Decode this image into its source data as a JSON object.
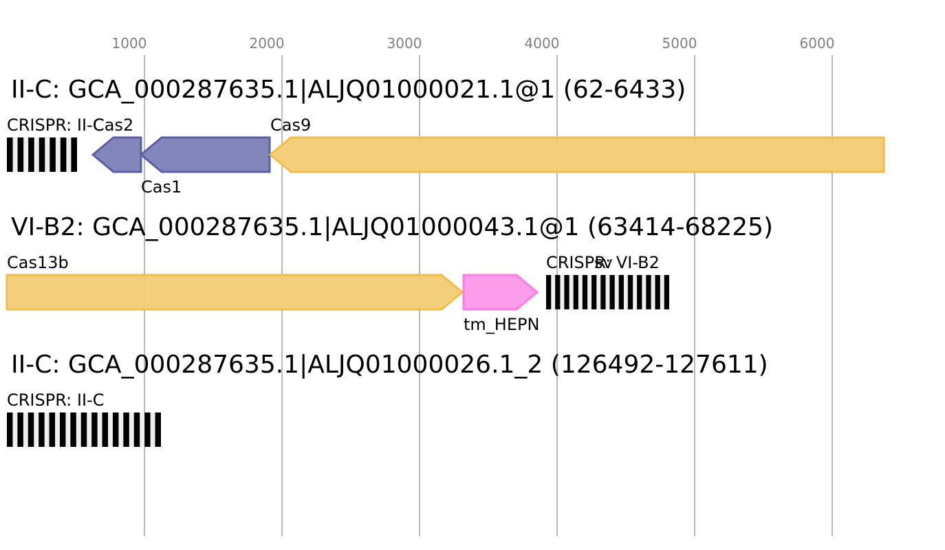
{
  "axis": {
    "ticks": [
      {
        "value": 1000,
        "label": "1000"
      },
      {
        "value": 2000,
        "label": "2000"
      },
      {
        "value": 3000,
        "label": "3000"
      },
      {
        "value": 4000,
        "label": "4000"
      },
      {
        "value": 5000,
        "label": "5000"
      },
      {
        "value": 6000,
        "label": "6000"
      }
    ],
    "domain": [
      0,
      6800
    ]
  },
  "colors": {
    "cas_adaptation": "#7c7fb6",
    "cas_adaptation_stroke": "#5a5ea6",
    "effector": "#f2cc74",
    "effector_stroke": "#f0bc4a",
    "accessory": "#fd98e9",
    "accessory_stroke": "#fd7be6",
    "crispr_bar": "#000000",
    "crispr_spacer": "#efefef",
    "gridline": "#b9b9b9",
    "tick_label": "#808080"
  },
  "loci": [
    {
      "title": "II-C: GCA_000287635.1|ALJQ01000021.1@1 (62-6433)",
      "features": [
        {
          "type": "crispr",
          "label": "CRISPR: II-C",
          "start": 0,
          "end": 510,
          "repeats": 7,
          "label_pos": "above"
        },
        {
          "type": "gene",
          "label": "Cas2",
          "start": 625,
          "end": 975,
          "strand": "-",
          "color": "cas_adaptation",
          "label_pos": "above"
        },
        {
          "type": "gene",
          "label": "Cas1",
          "start": 975,
          "end": 1910,
          "strand": "-",
          "color": "cas_adaptation",
          "label_pos": "below"
        },
        {
          "type": "gene",
          "label": "Cas9",
          "start": 1915,
          "end": 6375,
          "strand": "-",
          "color": "effector",
          "label_pos": "above"
        }
      ]
    },
    {
      "title": "VI-B2: GCA_000287635.1|ALJQ01000043.1@1 (63414-68225)",
      "features": [
        {
          "type": "gene",
          "label": "Cas13b",
          "start": 0,
          "end": 3310,
          "strand": "+",
          "color": "effector",
          "label_pos": "above"
        },
        {
          "type": "gene",
          "label": "tm_HEPN",
          "start": 3320,
          "end": 3855,
          "strand": "+",
          "color": "accessory",
          "label_pos": "below"
        },
        {
          "type": "crispr",
          "label": "CRISPR: VI-B2",
          "start": 3920,
          "end": 4815,
          "repeats": 14,
          "label_pos": "above"
        },
        {
          "type": "label",
          "label": "sv",
          "start": 4270,
          "label_pos": "above",
          "small": true
        }
      ]
    },
    {
      "title": "II-C: GCA_000287635.1|ALJQ01000026.1_2 (126492-127611)",
      "features": [
        {
          "type": "crispr",
          "label": "CRISPR: II-C",
          "start": 0,
          "end": 1120,
          "repeats": 15,
          "label_pos": "above"
        }
      ]
    }
  ]
}
